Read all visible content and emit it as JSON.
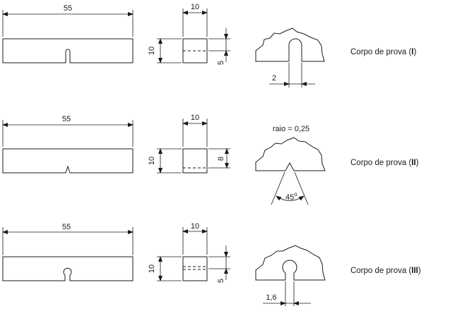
{
  "specimens": [
    {
      "length_label": "55",
      "width_label": "10",
      "height_label": "10",
      "depth_label": "5",
      "detail_label": "2",
      "caption_prefix": "Corpo de prova (",
      "caption_numeral": "I",
      "caption_suffix": ")"
    },
    {
      "length_label": "55",
      "width_label": "10",
      "height_label": "10",
      "depth_label": "8",
      "radius_label": "raio = 0,25",
      "angle_label": "45",
      "angle_unit": "o",
      "caption_prefix": "Corpo de prova (",
      "caption_numeral": "II",
      "caption_suffix": ")"
    },
    {
      "length_label": "55",
      "width_label": "10",
      "height_label": "10",
      "depth_label": "5",
      "detail_label": "1,6",
      "caption_prefix": "Corpo de prova (",
      "caption_numeral": "III",
      "caption_suffix": ")"
    }
  ]
}
